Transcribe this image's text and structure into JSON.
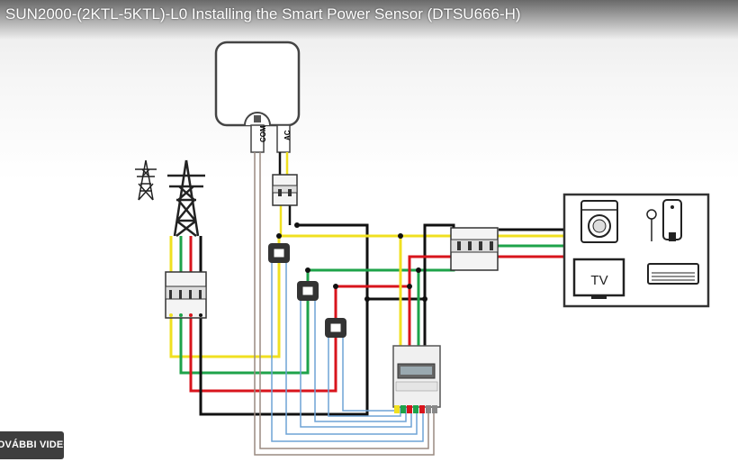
{
  "video": {
    "title": "SUN2000-(2KTL-5KTL)-L0 Installing the Smart Power Sensor (DTSU666-H)"
  },
  "overlay": {
    "more_videos_label": "TOVÁBBI VIDEÓK"
  },
  "diagram": {
    "inverter_ports": {
      "com": "COM",
      "ac": "AC"
    },
    "loads": {
      "tv_label": "TV"
    },
    "colors": {
      "line1": "#f0e020",
      "line2": "#1ea34a",
      "line3": "#d8141c",
      "neutral": "#111111",
      "signal": "#6fa3d6",
      "comm": "#9a8a80"
    },
    "icons": [
      "power-pylon-icon",
      "washing-machine-icon",
      "water-heater-icon",
      "tv-icon",
      "air-conditioner-icon",
      "current-transformer-icon",
      "breaker-icon",
      "power-meter-icon"
    ]
  }
}
